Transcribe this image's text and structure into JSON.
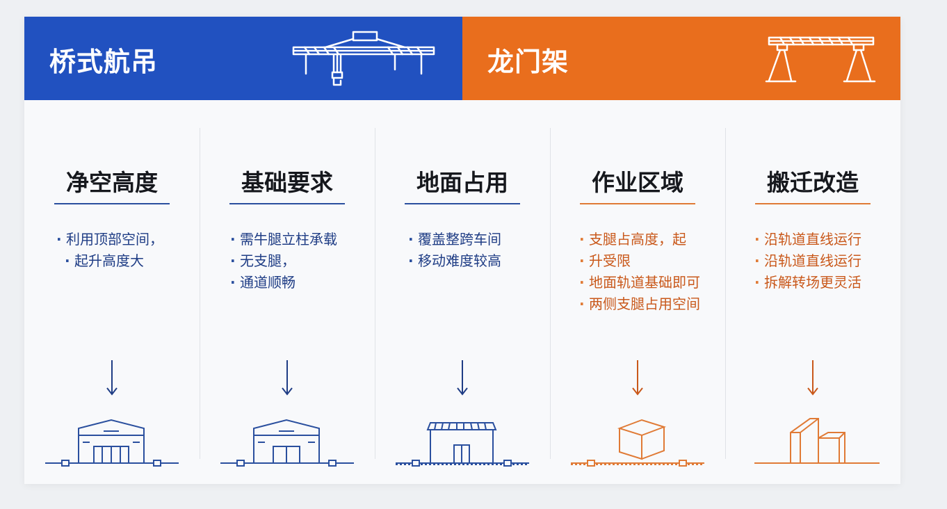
{
  "banners": {
    "left": {
      "title": "桥式航吊",
      "icon": "bridge-crane-icon",
      "color": "#2151c0"
    },
    "right": {
      "title": "龙门架",
      "icon": "gantry-crane-icon",
      "color": "#e96e1d"
    }
  },
  "columns": [
    {
      "title": "净空高度",
      "theme": "blue",
      "items": [
        "利用顶部空间，",
        "起升高度大"
      ],
      "illustration": "warehouse-rail-icon"
    },
    {
      "title": "基础要求",
      "theme": "blue",
      "items": [
        "需牛腿立柱承载",
        "无支腿，",
        "通道顺畅"
      ],
      "illustration": "warehouse-rail-icon"
    },
    {
      "title": "地面占用",
      "theme": "blue",
      "items": [
        "覆盖整跨车间",
        "移动难度较高"
      ],
      "illustration": "workshop-rail-icon"
    },
    {
      "title": "作业区域",
      "theme": "orange",
      "items": [
        "支腿占高度，起",
        "升受限",
        "地面轨道基础即可",
        "两侧支腿占用空间"
      ],
      "illustration": "box-rail-icon"
    },
    {
      "title": "搬迁改造",
      "theme": "orange",
      "items": [
        "沿轨道直线运行",
        "沿轨道直线运行",
        "拆解转场更灵活"
      ],
      "illustration": "blocks-ground-icon"
    }
  ],
  "colors": {
    "blue_line": "#2a4f9e",
    "orange_line": "#e07a35"
  }
}
